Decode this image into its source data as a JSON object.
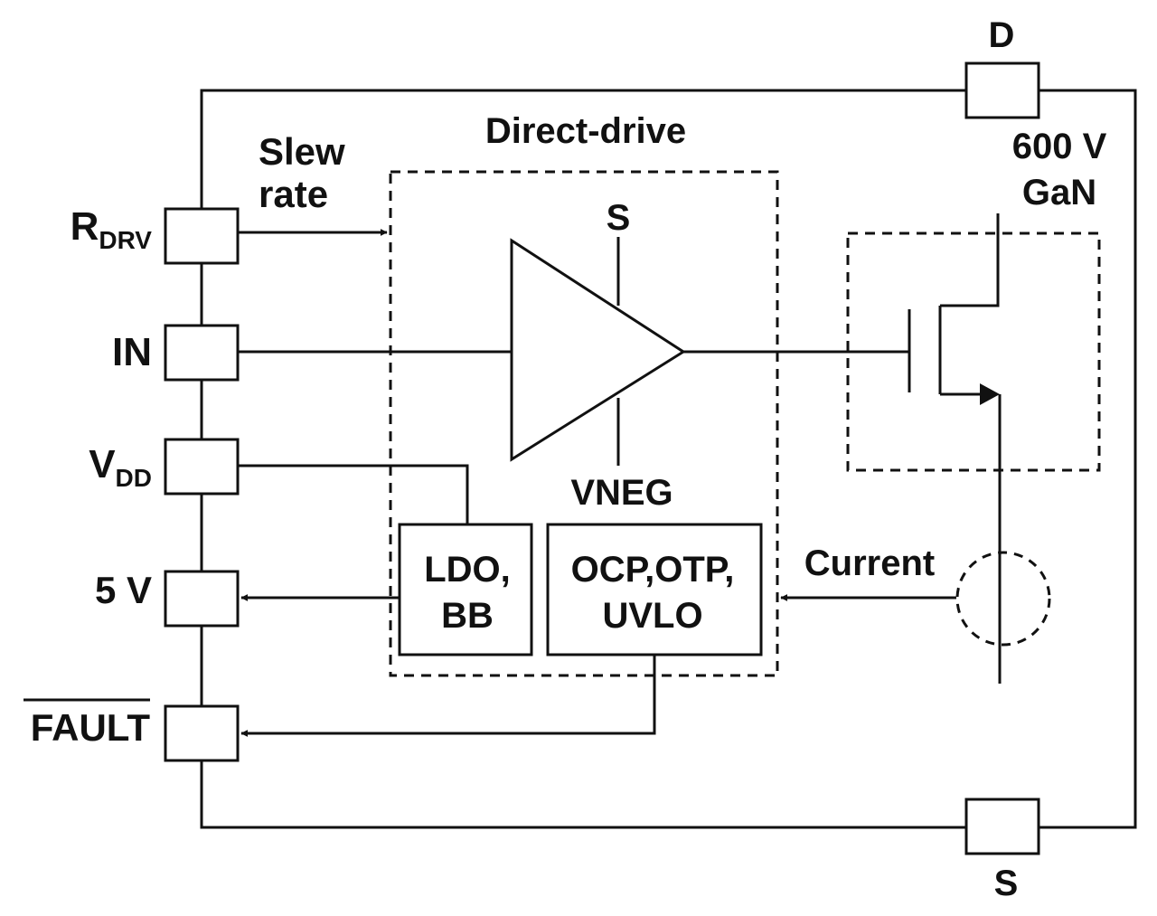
{
  "colors": {
    "line": "#111111",
    "background": "#ffffff"
  },
  "pins": {
    "d": "D",
    "s_bottom": "S",
    "rdrv_main": "R",
    "rdrv_sub": "DRV",
    "in": "IN",
    "vdd_main": "V",
    "vdd_sub": "DD",
    "five_v": "5 V",
    "fault": "FAULT"
  },
  "labels": {
    "slew_line1": "Slew",
    "slew_line2": "rate",
    "direct_drive": "Direct-drive",
    "amp_s": "S",
    "vneg": "VNEG",
    "gan_line1": "600 V",
    "gan_line2": "GaN",
    "current": "Current"
  },
  "blocks": {
    "ldo_line1": "LDO,",
    "ldo_line2": "BB",
    "ocp_line1": "OCP,OTP,",
    "ocp_line2": "UVLO"
  }
}
